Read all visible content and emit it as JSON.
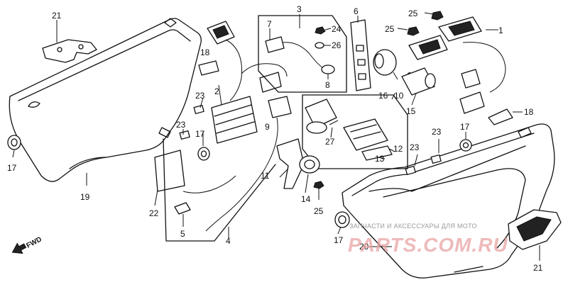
{
  "diagram": {
    "labels": {
      "p1": "1",
      "p2": "2",
      "p3": "3",
      "p4": "4",
      "p5": "5",
      "p6": "6",
      "p7": "7",
      "p8": "8",
      "p9": "9",
      "p10": "10",
      "p11": "11",
      "p12": "12",
      "p13": "13",
      "p14": "14",
      "p15": "15",
      "p16": "16",
      "p17a": "17",
      "p17b": "17",
      "p17c": "17",
      "p17d": "17",
      "p18a": "18",
      "p18b": "18",
      "p19": "19",
      "p20": "20",
      "p21a": "21",
      "p21b": "21",
      "p22": "22",
      "p23a": "23",
      "p23b": "23",
      "p23c": "23",
      "p23d": "23",
      "p24": "24",
      "p25a": "25",
      "p25b": "25",
      "p25c": "25",
      "p26": "26",
      "p27": "27"
    },
    "direction_marker": "FWD"
  },
  "watermark": {
    "caption": "ЗАПЧАСТИ И АКСЕССУАРЫ ДЛЯ МОТО",
    "logo_text": "PARTS.COM.RU"
  },
  "colors": {
    "line": "#111111",
    "watermark_caption": "#9a9a9a",
    "watermark_logo": "#e9a3a3"
  }
}
